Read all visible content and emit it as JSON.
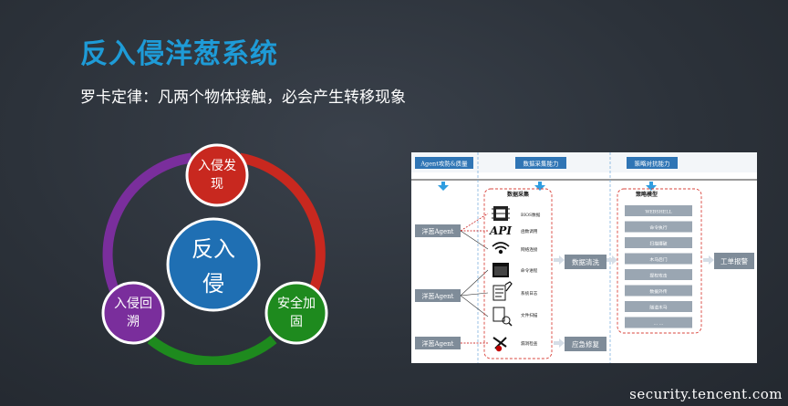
{
  "slide": {
    "title": "反入侵洋葱系统",
    "subtitle": "罗卡定律：凡两个物体接触，必会产生转移现象",
    "footer": "security.tencent.com"
  },
  "cycle": {
    "center_line1": "反入",
    "center_line2": "侵",
    "nodes": [
      {
        "line1": "入侵发",
        "line2": "现",
        "color": "#c8281f"
      },
      {
        "line1": "安全加",
        "line2": "固",
        "color": "#1e8a1e"
      },
      {
        "line1": "入侵回",
        "line2": "溯",
        "color": "#7a2e9c"
      }
    ],
    "center_color": "#1f6fb3"
  },
  "diagram": {
    "headers": [
      "Agent攻防&质量",
      "数据采集能力",
      "策略对抗能力"
    ],
    "agents": [
      "洋葱Agent",
      "洋葱Agent",
      "洋葱Agent"
    ],
    "collection_title": "数据采集",
    "collection_items": [
      "BIOS数据",
      "函数调用",
      "网络连接",
      "命令进程",
      "系统日志",
      "文件扫描",
      "漏洞检查"
    ],
    "data_clean": "数据清洗",
    "emergency_fix": "应急修复",
    "strategy_title": "策略模型",
    "strategy_items": [
      "WEBSHELL",
      "命令执行",
      "扫描爆破",
      "木马后门",
      "提权攻击",
      "数据外传",
      "隧道木马",
      "... ..."
    ],
    "ticket_alert": "工单报警"
  }
}
